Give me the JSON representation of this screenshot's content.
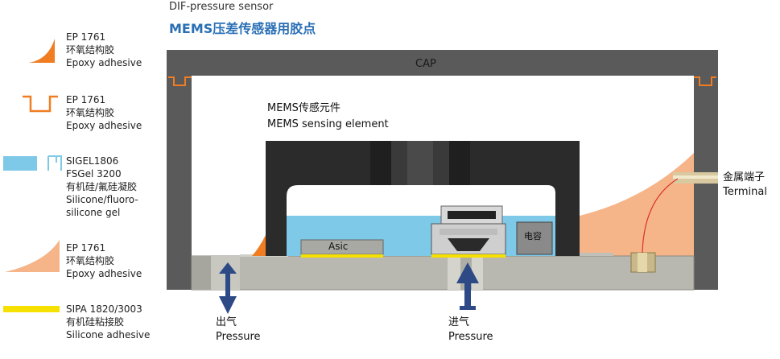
{
  "header": {
    "subtitle": "DIF-pressure sensor",
    "title": "MEMS压差传感器用胶点"
  },
  "legend": [
    {
      "icon": "orange-fillet-icon",
      "lines": [
        "EP 1761",
        "环氧结构胶",
        "Epoxy adhesive"
      ]
    },
    {
      "icon": "orange-channel-icon",
      "lines": [
        "EP 1761",
        "环氧结构胶",
        "Epoxy adhesive"
      ]
    },
    {
      "icon": "blue-gel-icon",
      "lines": [
        "SIGEL1806",
        "FSGel 3200",
        "有机硅/氟硅凝胶",
        "Silicone/fluoro-",
        "silicone gel"
      ]
    },
    {
      "icon": "peach-fill-icon",
      "lines": [
        "EP 1761",
        "环氧结构胶",
        "Epoxy adhesive"
      ]
    },
    {
      "icon": "yellow-bar-icon",
      "lines": [
        "SIPA 1820/3003",
        "有机硅粘接胶",
        "Silicone adhesive"
      ]
    }
  ],
  "diagram": {
    "cap_label": "CAP",
    "mems_label_cn": "MEMS传感元件",
    "mems_label_en": "MEMS sensing element",
    "asic_label": "Asic",
    "capacitor_label": "电容",
    "terminal_cn": "金属端子",
    "terminal_en": "Terminal",
    "outlet_cn": "出气",
    "outlet_en": "Pressure",
    "inlet_cn": "进气",
    "inlet_en": "Pressure"
  },
  "colors": {
    "orange": "#f07d22",
    "peach": "#f6b489",
    "blue_gel": "#7ec8e8",
    "yellow": "#f6e000",
    "cap_gray": "#555555",
    "substrate": "#b8b8b0",
    "mems_dark": "#2b2b2b",
    "arrow_blue": "#2d4a86",
    "title_blue": "#2a6fb5"
  }
}
